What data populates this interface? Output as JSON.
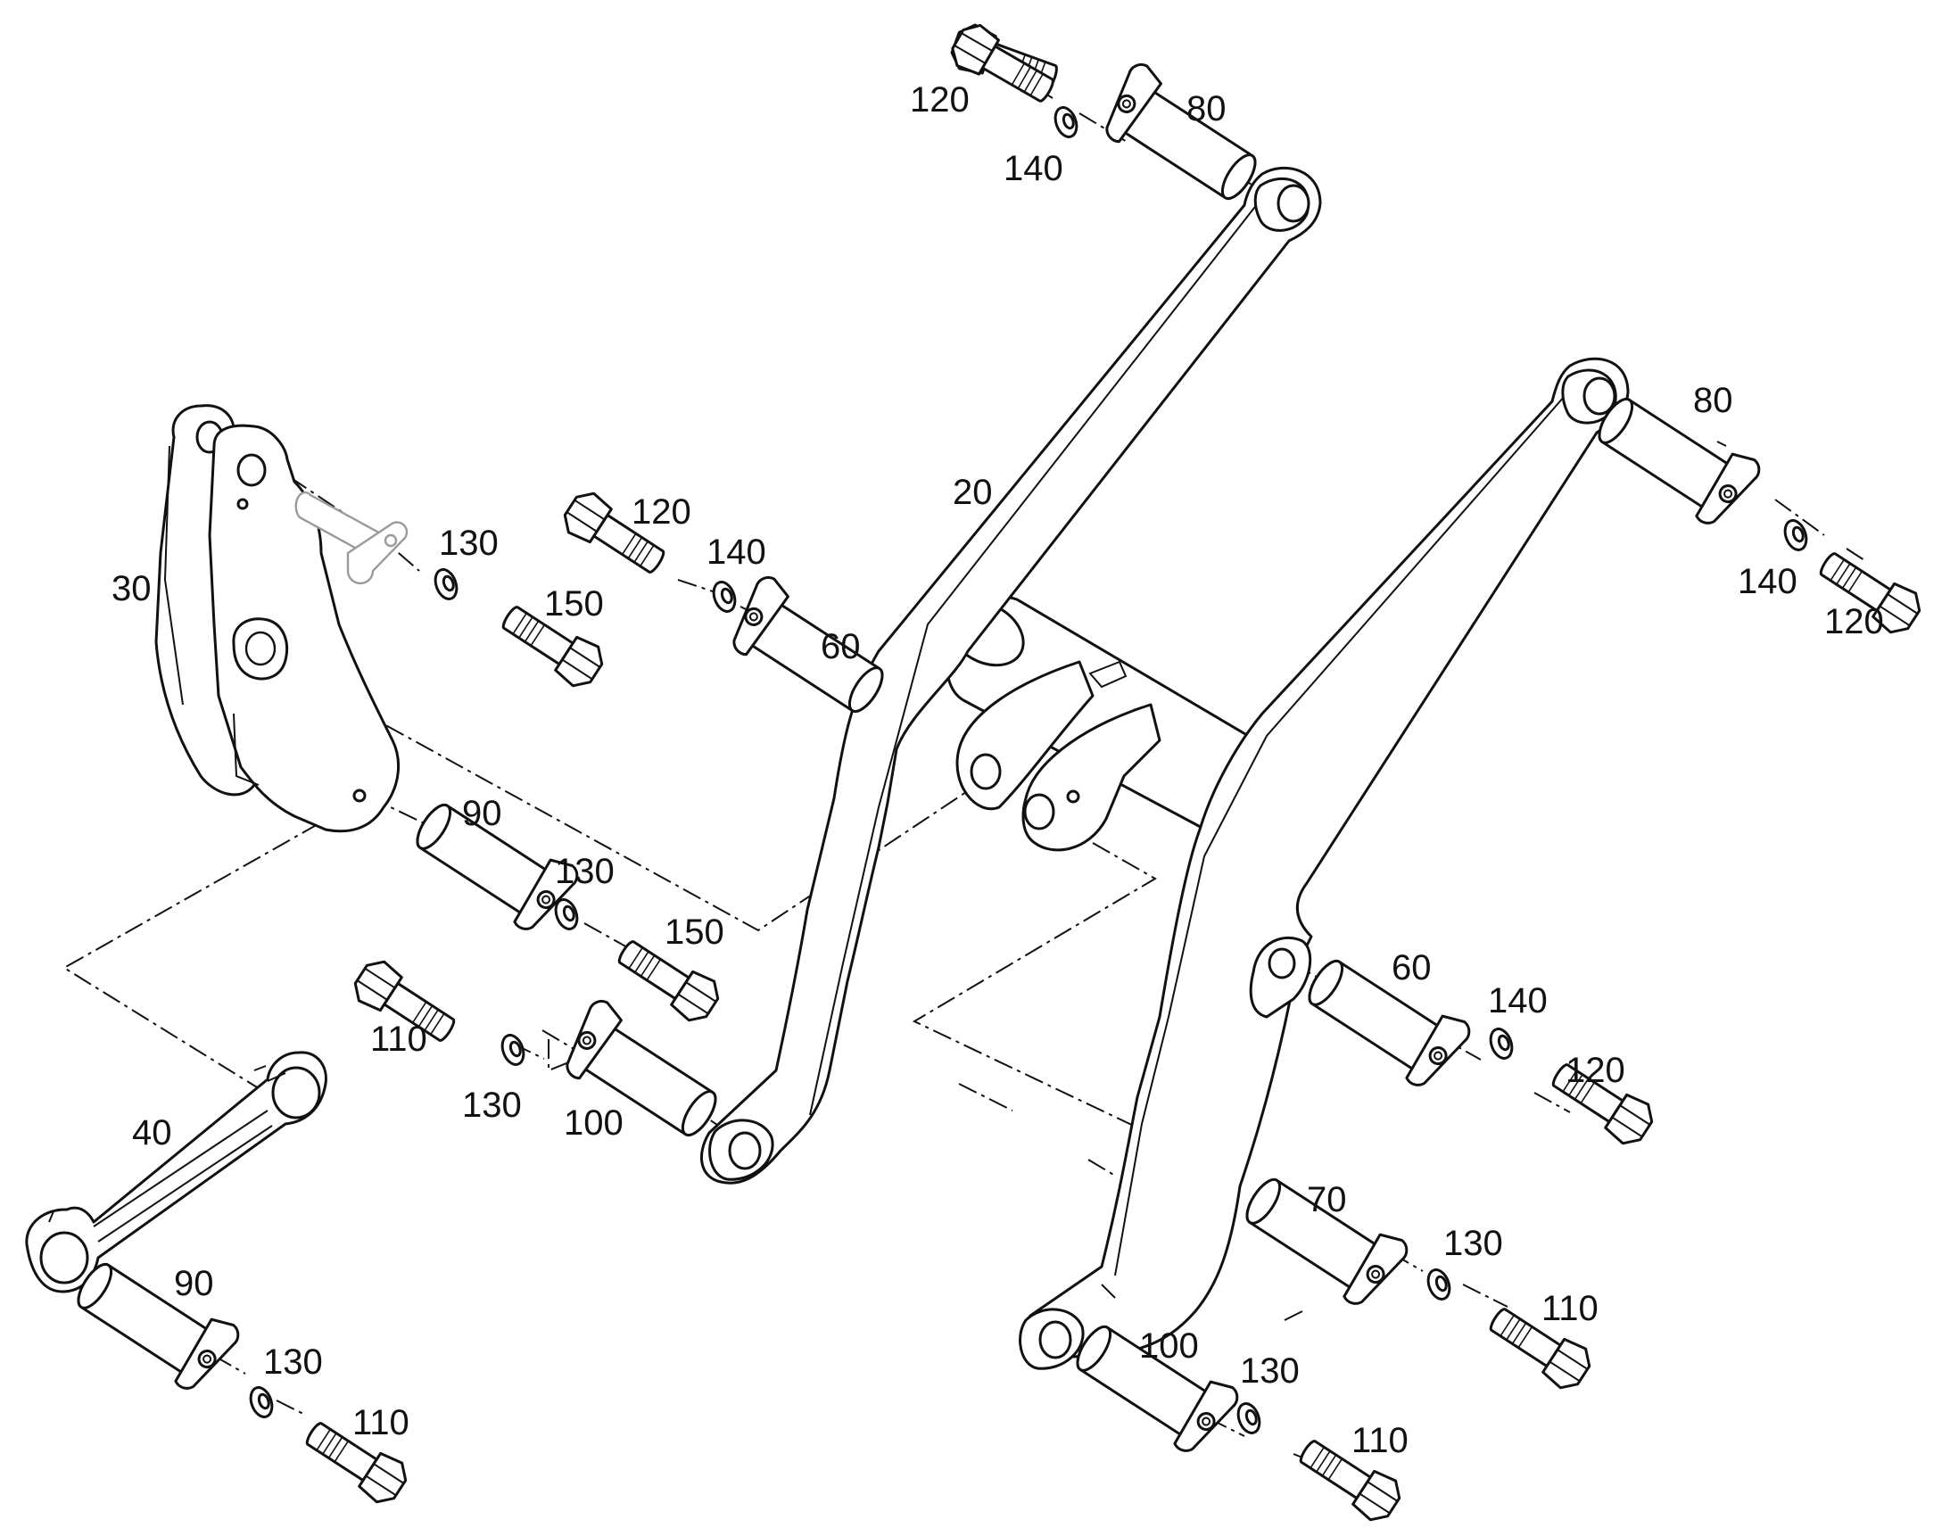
{
  "labels": {
    "p20": "20",
    "p30": "30",
    "p40": "40",
    "p60_a": "60",
    "p60_b": "60",
    "p70": "70",
    "p80_a": "80",
    "p80_b": "80",
    "p90_a": "90",
    "p90_b": "90",
    "p100_a": "100",
    "p100_b": "100",
    "p110_a": "110",
    "p110_b": "110",
    "p110_c": "110",
    "p110_d": "110",
    "p120_a": "120",
    "p120_b": "120",
    "p120_c": "120",
    "p120_d": "120",
    "p130_a": "130",
    "p130_b": "130",
    "p130_c": "130",
    "p130_d": "130",
    "p130_e": "130",
    "p130_f": "130",
    "p140_a": "140",
    "p140_b": "140",
    "p140_c": "140",
    "p140_d": "140",
    "p150_a": "150",
    "p150_b": "150"
  },
  "colors": {
    "line": "#111111",
    "ghost": "#9a9a9a",
    "background": "#ffffff"
  }
}
